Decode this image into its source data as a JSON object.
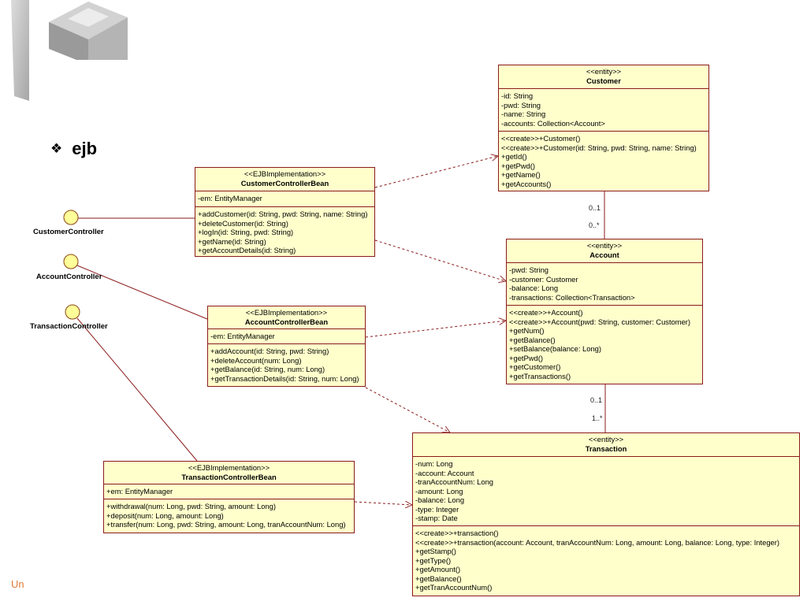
{
  "slide": {
    "bullet_glyph": "❖",
    "bullet_text": "ejb",
    "footer_text": "Un"
  },
  "interfaces": [
    "CustomerController",
    "AccountController",
    "TransactionController"
  ],
  "classes": {
    "customer_controller_bean": {
      "stereotype": "<<EJBImplementation>>",
      "name": "CustomerControllerBean",
      "attributes": [
        "-em: EntityManager"
      ],
      "operations": [
        "+addCustomer(id: String, pwd: String, name: String)",
        "+deleteCustomer(id: String)",
        "+logIn(id: String, pwd: String)",
        "+getName(id: String)",
        "+getAccountDetails(id: String)"
      ]
    },
    "account_controller_bean": {
      "stereotype": "<<EJBImplementation>>",
      "name": "AccountControllerBean",
      "attributes": [
        "-em: EntityManager"
      ],
      "operations": [
        "+addAccount(id: String, pwd: String)",
        "+deleteAccount(num: Long)",
        "+getBalance(id: String, num: Long)",
        "+getTransactionDetails(id: String, num: Long)"
      ]
    },
    "transaction_controller_bean": {
      "stereotype": "<<EJBImplementation>>",
      "name": "TransactionControllerBean",
      "attributes": [
        "+em: EntityManager"
      ],
      "operations": [
        "+withdrawal(num: Long, pwd: String, amount: Long)",
        "+deposit(num: Long, amount: Long)",
        "+transfer(num: Long, pwd: String, amount: Long, tranAccountNum: Long)"
      ]
    },
    "customer": {
      "stereotype": "<<entity>>",
      "name": "Customer",
      "attributes": [
        "-id: String",
        "-pwd: String",
        "-name: String",
        "-accounts: Collection<Account>"
      ],
      "operations": [
        "<<create>>+Customer()",
        "<<create>>+Customer(id: String, pwd: String, name: String)",
        "+getId()",
        "+getPwd()",
        "+getName()",
        "+getAccounts()"
      ]
    },
    "account": {
      "stereotype": "<<entity>>",
      "name": "Account",
      "attributes": [
        "-pwd: String",
        "-customer: Customer",
        "-balance: Long",
        "-transactions: Collection<Transaction>"
      ],
      "operations": [
        "<<create>>+Account()",
        "<<create>>+Account(pwd: String, customer: Customer)",
        "+getNum()",
        "+getBalance()",
        "+setBalance(balance: Long)",
        "+getPwd()",
        "+getCustomer()",
        "+getTransactions()"
      ]
    },
    "transaction": {
      "stereotype": "<<entity>>",
      "name": "Transaction",
      "attributes": [
        "-num: Long",
        "-account: Account",
        "-tranAccountNum: Long",
        "-amount: Long",
        "-balance: Long",
        "-type: Integer",
        "-stamp: Date"
      ],
      "operations": [
        "<<create>>+transaction()",
        "<<create>>+transaction(account: Account, tranAccountNum: Long, amount: Long, balance: Long, type: Integer)",
        "+getStamp()",
        "+getType()",
        "+getAmount()",
        "+getBalance()",
        "+getTranAccountNum()"
      ]
    }
  },
  "associations": [
    {
      "end_a_multiplicity": "0..1",
      "end_b_multiplicity": "0..*"
    },
    {
      "end_a_multiplicity": "0..1",
      "end_b_multiplicity": "1..*"
    }
  ],
  "colors": {
    "class_fill": "#ffffcc",
    "class_border": "#8b1a1a",
    "connector": "#8b1a1a",
    "interface_fill": "#ffff99",
    "interface_border": "#8b4513",
    "footer_text": "#e07b39",
    "logo_light": "#d2d2d2",
    "logo_mid": "#b4b4b4",
    "logo_dark": "#9a9a9a"
  }
}
